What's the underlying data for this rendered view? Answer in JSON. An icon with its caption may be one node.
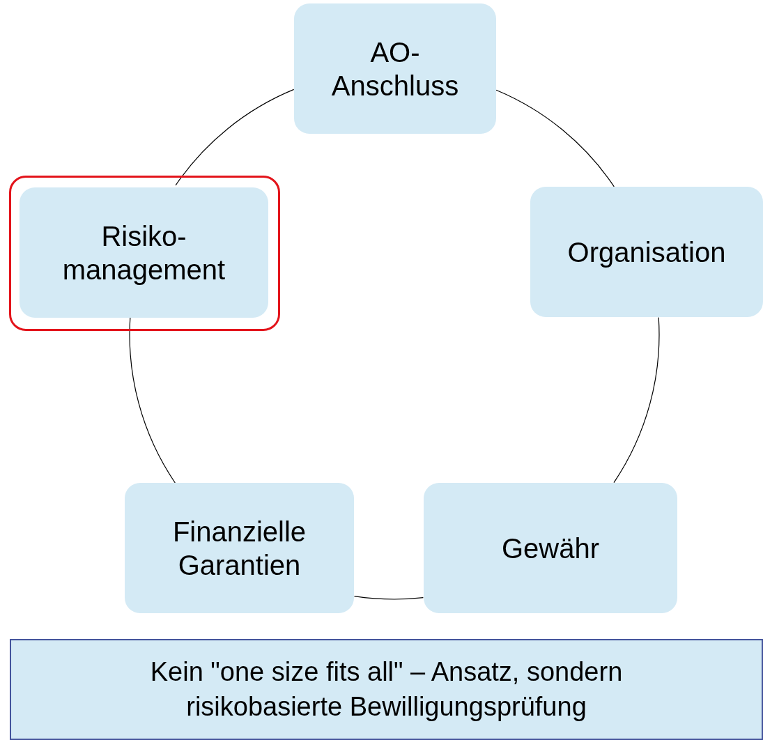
{
  "diagram": {
    "nodes": [
      {
        "text": [
          "AO- Anschluss"
        ]
      },
      {
        "text": [
          "Organisation"
        ]
      },
      {
        "text": [
          "Gewähr"
        ]
      },
      {
        "text": [
          "Finanzielle Garantien"
        ]
      },
      {
        "text": [],
        "shape": "box"
      },
      {
        "text": [
          "Risiko- management"
        ],
        "in": 4
      },
      {
        "text": [
          "Kein \"one size fits all\" – Ansatz, sondern risikobasierte Bewilligungsprüfung"
        ]
      }
    ],
    "edges": [
      {
        "from": 0,
        "to": 1,
        "arrow": "none"
      },
      {
        "from": 1,
        "to": 2,
        "arrow": "none"
      },
      {
        "from": 2,
        "to": 3,
        "arrow": "none"
      },
      {
        "from": 3,
        "to": 5,
        "arrow": "none"
      },
      {
        "from": 5,
        "to": 0,
        "arrow": "none"
      }
    ]
  }
}
